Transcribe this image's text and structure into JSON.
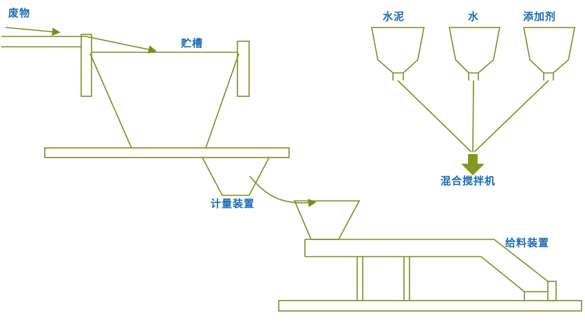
{
  "diagram": {
    "type": "process-flow",
    "colors": {
      "background": "#ffffff",
      "line": "#7d8b1e",
      "label": "#1a6cb5",
      "arrow_fill": "#86991f"
    },
    "labels": {
      "waste": "废物",
      "storage_tank": "贮槽",
      "metering_device": "计量装置",
      "cement": "水泥",
      "water": "水",
      "additive": "添加剂",
      "mixer": "混合搅拌机",
      "feeding_device": "给料装置"
    }
  }
}
